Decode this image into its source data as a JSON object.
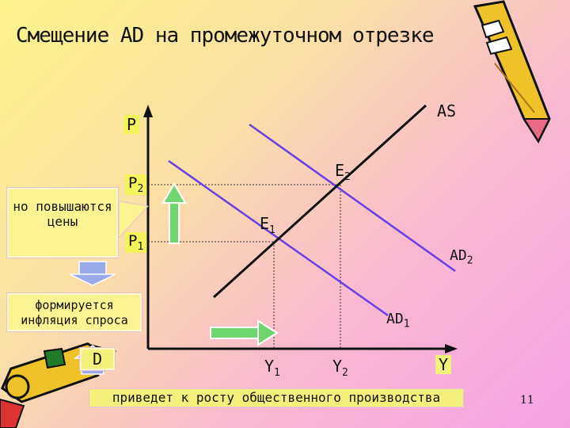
{
  "title": "Смещение AD на промежуточном отрезке",
  "axes": {
    "y_label": "P",
    "x_label": "Y"
  },
  "curves": {
    "as": "AS",
    "ad1": {
      "base": "AD",
      "sub": "1"
    },
    "ad2": {
      "base": "AD",
      "sub": "2"
    }
  },
  "points": {
    "e1": {
      "base": "E",
      "sub": "1"
    },
    "e2": {
      "base": "E",
      "sub": "2"
    }
  },
  "prices": {
    "p1": {
      "base": "P",
      "sub": "1"
    },
    "p2": {
      "base": "P",
      "sub": "2"
    }
  },
  "outputs": {
    "y1": {
      "base": "Y",
      "sub": "1"
    },
    "y2": {
      "base": "Y",
      "sub": "2"
    }
  },
  "callouts": {
    "prices_rise": "но повышаются цены",
    "demand_inflation": "формируется инфляция спроса",
    "partial_letter": "D"
  },
  "bottom_text": "приведет к росту общественного производства",
  "page_number": "11",
  "colors": {
    "as_line": "#111111",
    "ad_lines": "#6a3ee6",
    "arrow_green": "#6fd66f",
    "arrow_blue": "#9aa9e8",
    "callout_bg": "#fbf392"
  },
  "icons": [
    "pencil-icon",
    "pencil-icon"
  ]
}
